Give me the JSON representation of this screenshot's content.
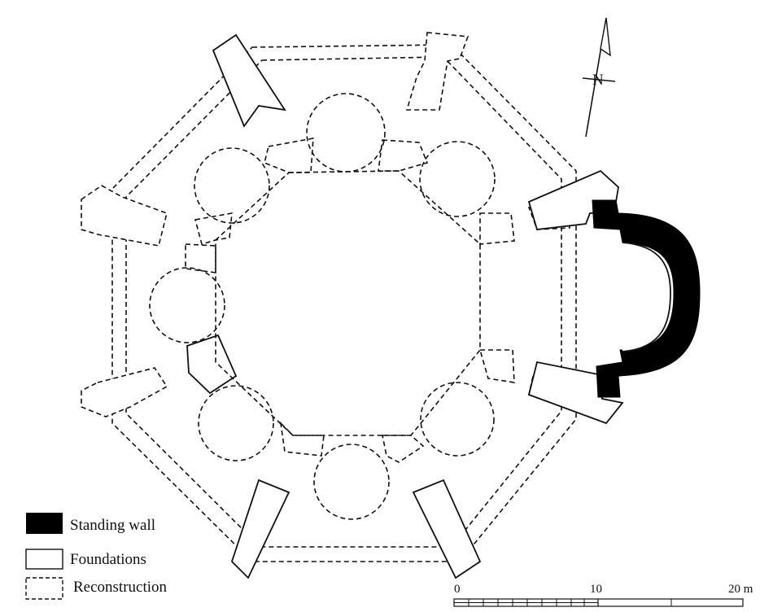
{
  "north_label": "N",
  "legend": {
    "standing": "Standing wall",
    "foundations": "Foundations",
    "reconstruction": "Reconstruction"
  },
  "scale": {
    "zero": "0",
    "ten": "10",
    "twenty": "20 m"
  }
}
